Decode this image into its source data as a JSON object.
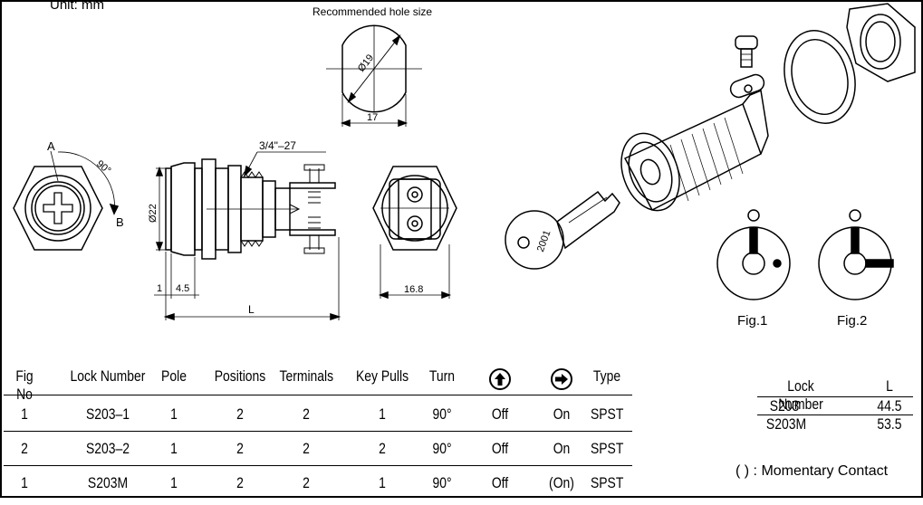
{
  "header": {
    "unit": "Unit: mm",
    "hole_size_title": "Recommended hole size"
  },
  "hole": {
    "diameter": "Ø19",
    "width": "17"
  },
  "front_view": {
    "label_a": "A",
    "label_b": "B",
    "angle": "90°"
  },
  "side_view": {
    "thread": "3/4\"–27",
    "diameter": "Ø22",
    "dim_1": "1",
    "dim_45": "4.5",
    "dim_l": "L"
  },
  "rear_view": {
    "width": "16.8"
  },
  "key": {
    "engraving": "2001"
  },
  "figs": [
    {
      "label": "Fig.1"
    },
    {
      "label": "Fig.2"
    }
  ],
  "main_table": {
    "headers": [
      "Fig No",
      "Lock Number",
      "Pole",
      "Positions",
      "Terminals",
      "Key Pulls",
      "Turn",
      "up-arrow-circle-icon",
      "right-arrow-circle-icon",
      "Type"
    ],
    "rows": [
      [
        "1",
        "S203–1",
        "1",
        "2",
        "2",
        "1",
        "90°",
        "Off",
        "On",
        "SPST"
      ],
      [
        "2",
        "S203–2",
        "1",
        "2",
        "2",
        "2",
        "90°",
        "Off",
        "On",
        "SPST"
      ],
      [
        "1",
        "S203M",
        "1",
        "2",
        "2",
        "1",
        "90°",
        "Off",
        "(On)",
        "SPST"
      ]
    ]
  },
  "length_table": {
    "headers": [
      "Lock Number",
      "L"
    ],
    "rows": [
      [
        "S203",
        "44.5"
      ],
      [
        "S203M",
        "53.5"
      ]
    ]
  },
  "note": "( ) : Momentary Contact"
}
